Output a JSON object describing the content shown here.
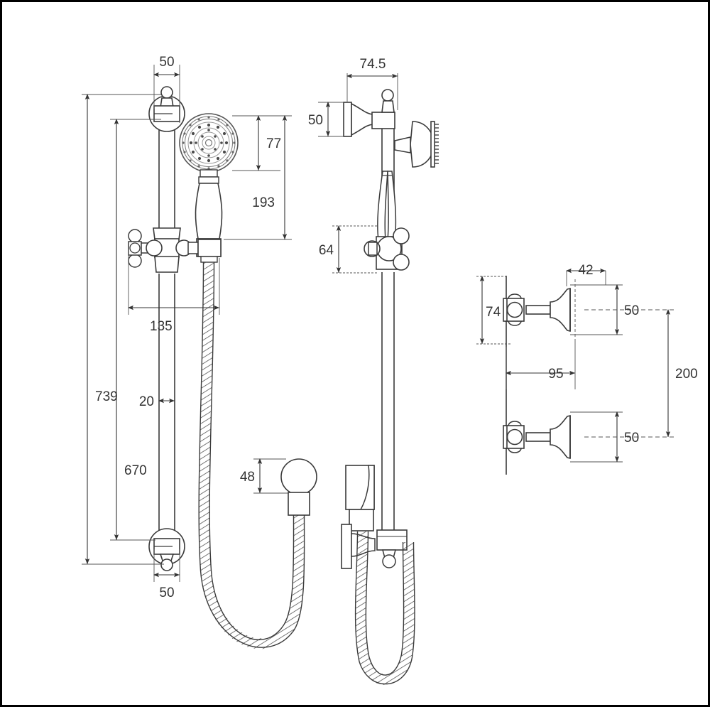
{
  "sheet": {
    "title": "Shower rail set and wall top assembly technical dimension drawing",
    "border_color": "#000000",
    "background_color": "#ffffff",
    "line_color": "#3a3a3a",
    "dimension_text_color": "#333333",
    "units": "mm"
  },
  "views": [
    {
      "name": "front-elevation-shower-rail",
      "description": "Front elevation of hand shower rail set with diverter and hose"
    },
    {
      "name": "side-elevation-shower-rail",
      "description": "Side elevation of hand shower rail set with diverter and hose"
    },
    {
      "name": "wall-top-assembly-elevation",
      "description": "Elevation of pair of cross-handle wall top assemblies"
    }
  ],
  "dimensions": {
    "front": {
      "top_rail_width": "50",
      "shower_head_diameter": "77",
      "head_centre_to_diverter": "193",
      "overall_height": "739",
      "rail_height": "670",
      "diverter_projection": "135",
      "rail_tube_diameter": "20",
      "bottom_bracket_width": "50",
      "hose_collar_diameter": "48"
    },
    "side": {
      "wall_bracket_projection": "74.5",
      "wall_plate_height": "50",
      "diverter_centre_height": "64"
    },
    "taps": {
      "handle_height": "74",
      "spout_projection": "42",
      "spout_outlet_height_upper": "50",
      "spout_outlet_height_lower": "50",
      "wall_to_spout_end": "95",
      "centre_to_centre": "200"
    }
  },
  "labels": {
    "l_50_top": "50",
    "l_77": "77",
    "l_193": "193",
    "l_739": "739",
    "l_670": "670",
    "l_135": "135",
    "l_20": "20",
    "l_50_bottom": "50",
    "l_48": "48",
    "l_745": "74.5",
    "l_50_side": "50",
    "l_64": "64",
    "l_74": "74",
    "l_42": "42",
    "l_50_tap_upper": "50",
    "l_50_tap_lower": "50",
    "l_95": "95",
    "l_200": "200"
  }
}
